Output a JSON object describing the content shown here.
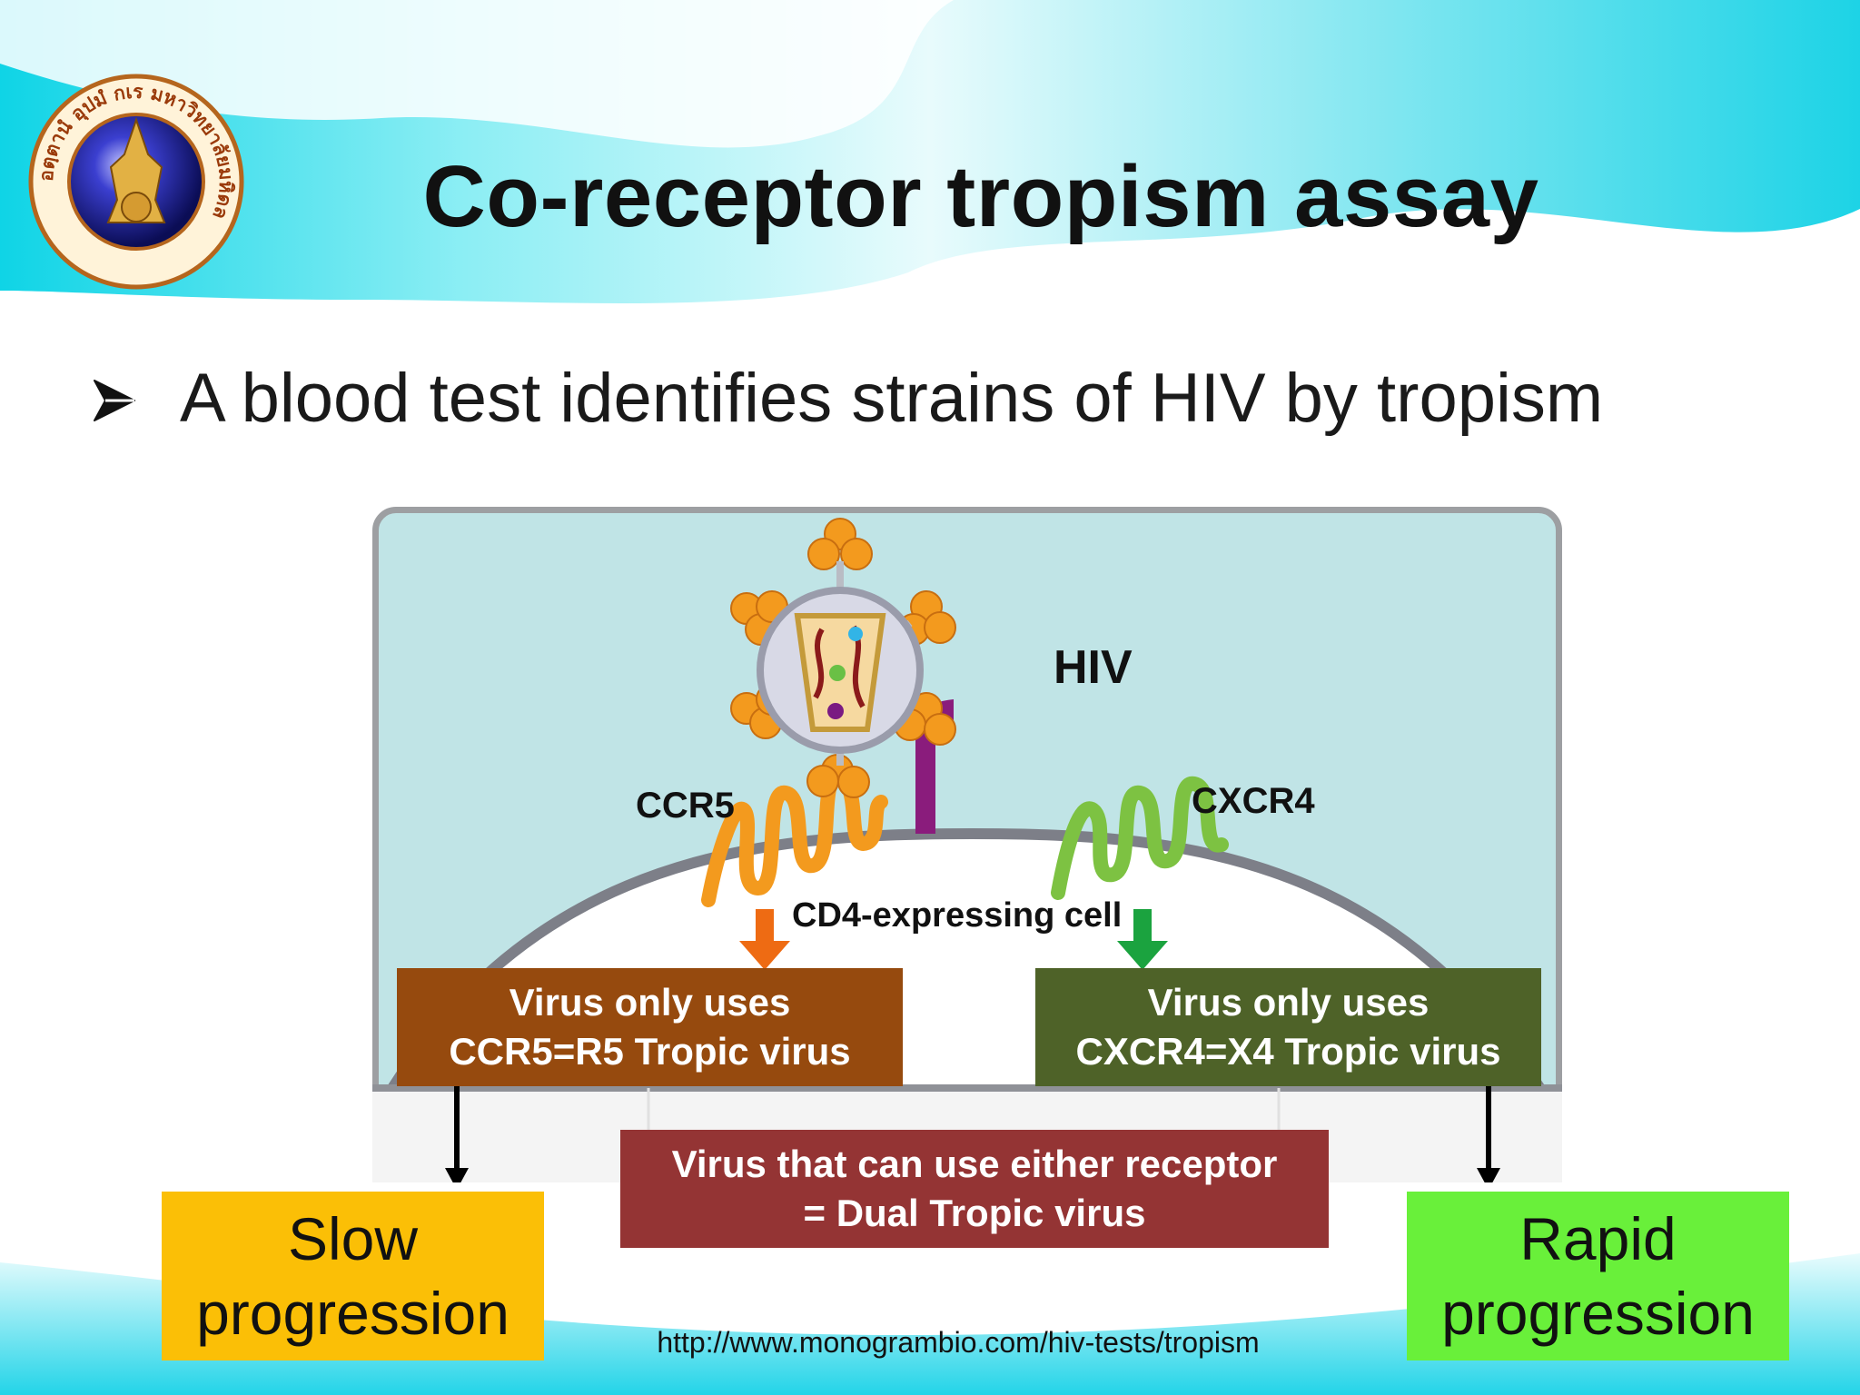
{
  "slide": {
    "title": "Co-receptor tropism assay",
    "bullet": "A blood test identifies strains of HIV by tropism",
    "source_url": "http://www.monogrambio.com/hiv-tests/tropism"
  },
  "logo": {
    "text": "อตฺตานํ อุปมํ กเร มหาวิทยาลัยมหิดล"
  },
  "diagram": {
    "hiv_label": "HIV",
    "ccr5_label": "CCR5",
    "cxcr4_label": "CXCR4",
    "cell_label": "CD4-expressing cell"
  },
  "boxes": {
    "r5_line1": "Virus only uses",
    "r5_line2": "CCR5=R5 Tropic virus",
    "x4_line1": "Virus only uses",
    "x4_line2": "CXCR4=X4 Tropic virus",
    "dual_line1": "Virus that can use either receptor",
    "dual_line2": "= Dual Tropic virus"
  },
  "outcomes": {
    "slow_line1": "Slow",
    "slow_line2": "progression",
    "rapid_line1": "Rapid",
    "rapid_line2": "progression"
  },
  "colors": {
    "r5_box": "#964a0e",
    "x4_box": "#4e6228",
    "dual_box": "#943434",
    "slow_box": "#fbbf06",
    "rapid_box": "#69f03a",
    "ccr5_receptor": "#f39a1e",
    "cxcr4_receptor": "#7dc242",
    "cd4_receptor": "#8a1c7c",
    "header_wave": "#5fe0ea"
  }
}
